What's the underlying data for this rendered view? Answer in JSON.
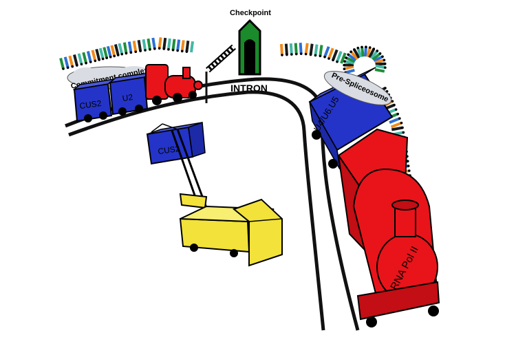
{
  "labels": {
    "checkpoint": "Checkpoint",
    "commitment_complex": "Commitment complex",
    "intron": "INTRON",
    "pre_spliceosome": "Pre-Spliceosome",
    "car_cus2": "CUS2",
    "car_u2": "U2",
    "crane_box": "CUS2",
    "car_u4u6u5": "U4/U6.U5",
    "rna_pol": "RNA Pol II"
  },
  "colors": {
    "train_red": "#e8141a",
    "car_blue": "#2434c8",
    "crane_yellow": "#f2e23a",
    "gate_green": "#1a8a2a",
    "track": "#111111",
    "cloud": "#d9dde3",
    "rna_palette": [
      "#1f8f3a",
      "#2d6fd6",
      "#f08a1c",
      "#1a1a1a",
      "#43b8a6"
    ]
  },
  "icons": [
    "checkpoint-gate-icon",
    "train-engine-icon",
    "crane-icon"
  ]
}
